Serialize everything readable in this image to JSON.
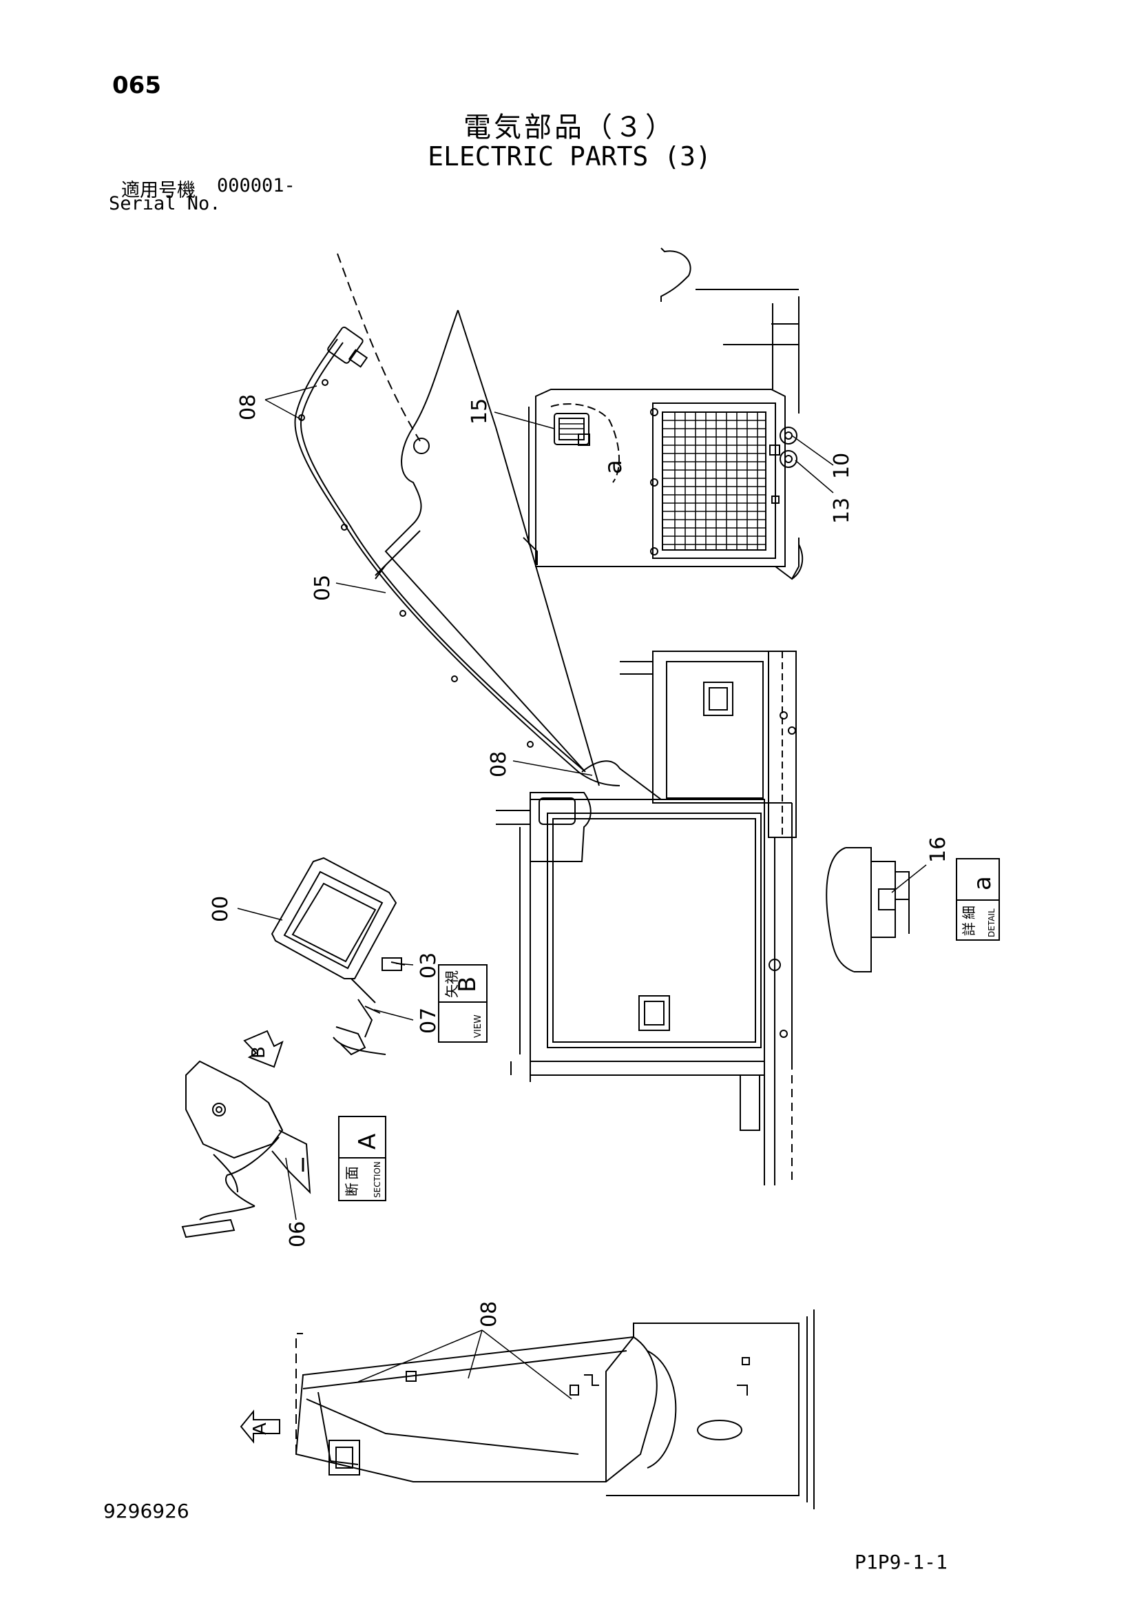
{
  "page_number": "065",
  "title_jp": "電気部品（３）",
  "title_en": "ELECTRIC PARTS (3)",
  "serial": {
    "label_jp": "適用号機",
    "value": "000001-",
    "label_en": "Serial No."
  },
  "drawing_number": "9296926",
  "page_code": "P1P9-1-1",
  "callouts": {
    "c08_top": "08",
    "c15": "15",
    "c10": "10",
    "c13": "13",
    "c05": "05",
    "c08_mid": "08",
    "c16": "16",
    "c00": "00",
    "c03": "03",
    "c07": "07",
    "c06": "06",
    "c08_bottom": "08"
  },
  "detail_letter": "a",
  "view_labels": {
    "view_b": {
      "jp1": "矢",
      "jp2": "視",
      "en": "VIEW",
      "letter": "B"
    },
    "section_a": {
      "jp1": "断",
      "jp2": "面",
      "en": "SECTION",
      "letter": "A"
    },
    "detail_a": {
      "jp1": "詳",
      "jp2": "細",
      "en": "DETAIL",
      "letter": "a"
    }
  },
  "arrows": {
    "arrow_b": "B",
    "arrow_a": "A"
  }
}
